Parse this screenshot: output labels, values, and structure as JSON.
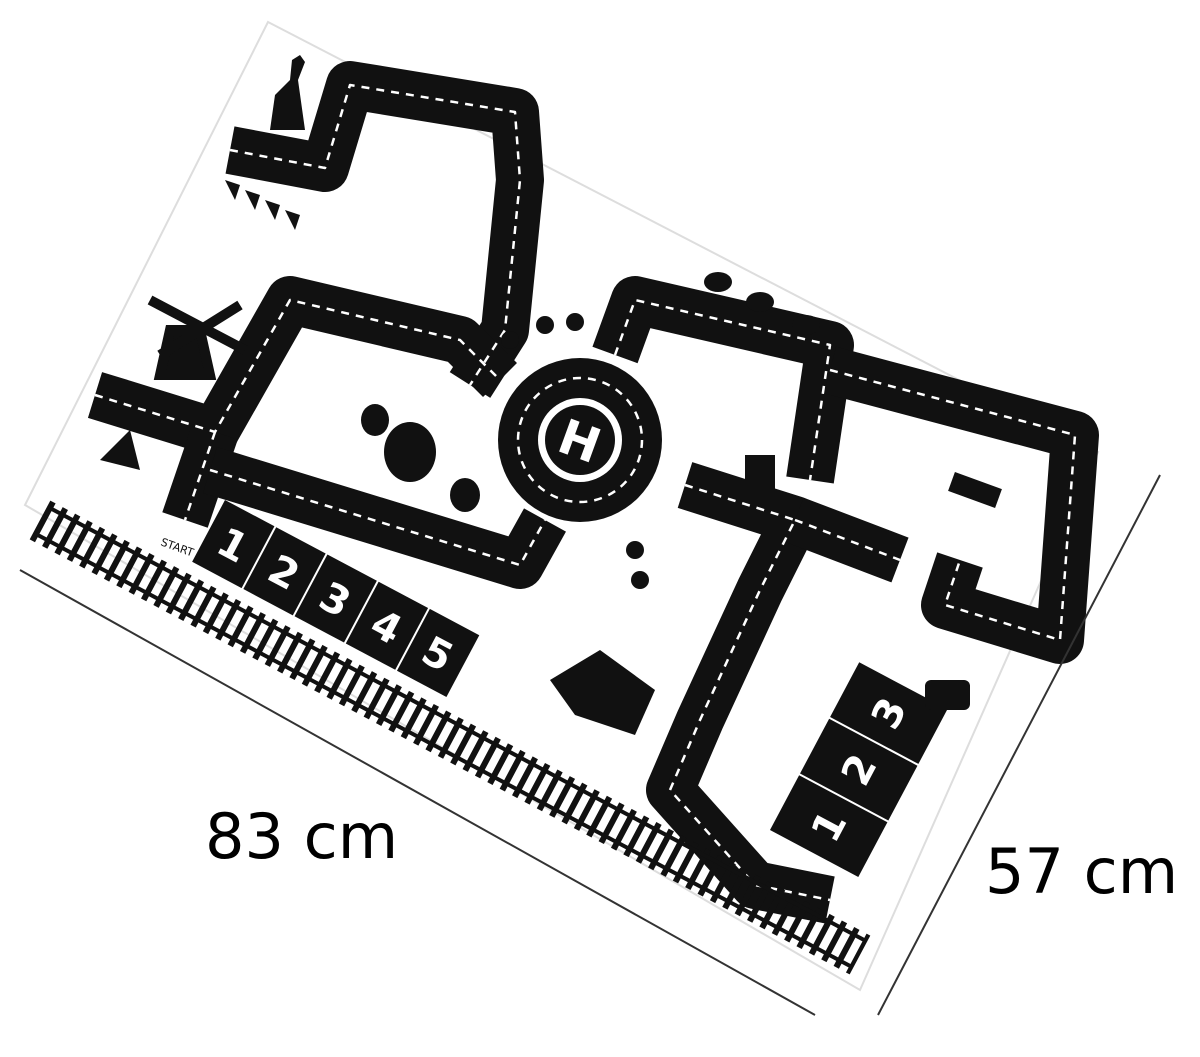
{
  "dimensions": {
    "width_label": "83 cm",
    "height_label": "57 cm"
  },
  "mat": {
    "start_label": "START",
    "helipad_letter": "H",
    "hopscotch_left": [
      "1",
      "2",
      "3",
      "4",
      "5"
    ],
    "hopscotch_right": [
      "1",
      "2",
      "3"
    ]
  },
  "colors": {
    "road": "#111111",
    "mat": "#ffffff",
    "line": "#ffffff"
  }
}
